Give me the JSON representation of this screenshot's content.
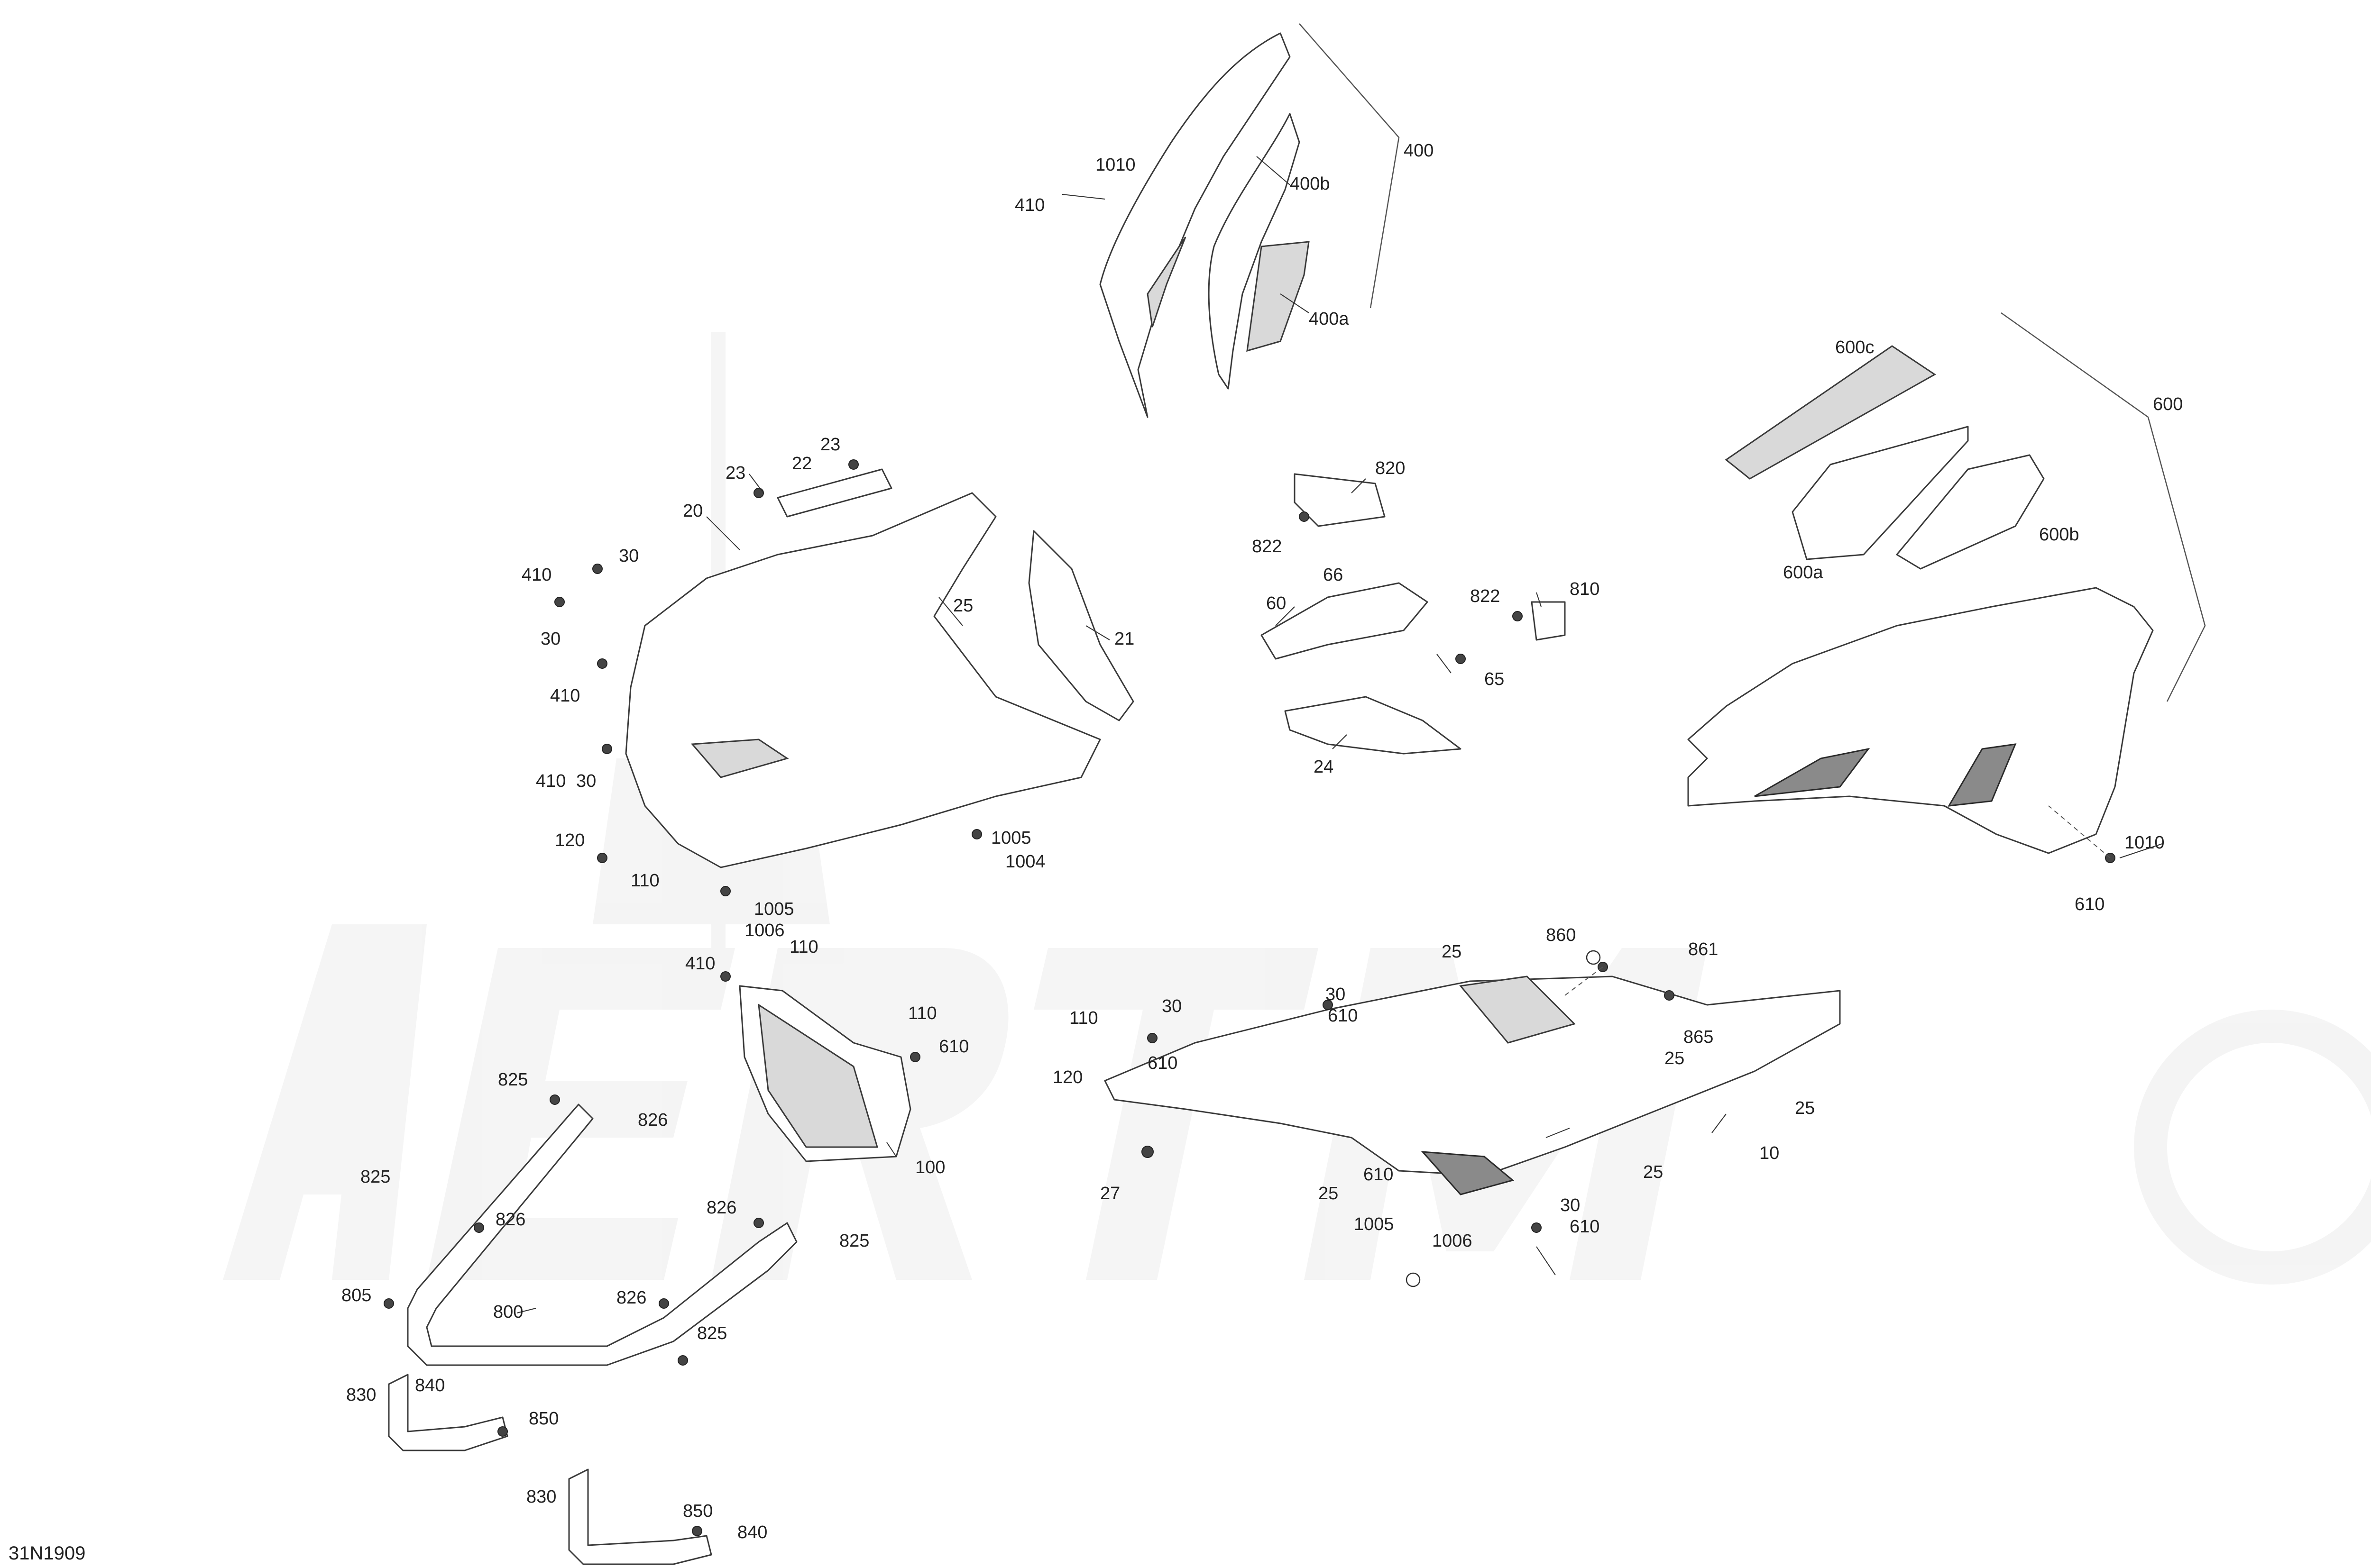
{
  "drawing_number": "31N1909",
  "watermark": {
    "text": "AertMoto",
    "color": "#e6e6e6"
  },
  "callouts": [
    {
      "id": "c400",
      "label": "400"
    },
    {
      "id": "c1010a",
      "label": "1010"
    },
    {
      "id": "c410a",
      "label": "410"
    },
    {
      "id": "c400b",
      "label": "400b"
    },
    {
      "id": "c400a",
      "label": "400a"
    },
    {
      "id": "c600",
      "label": "600"
    },
    {
      "id": "c600c",
      "label": "600c"
    },
    {
      "id": "c600b",
      "label": "600b"
    },
    {
      "id": "c600a",
      "label": "600a"
    },
    {
      "id": "c23a",
      "label": "23"
    },
    {
      "id": "c23b",
      "label": "23"
    },
    {
      "id": "c22",
      "label": "22"
    },
    {
      "id": "c20",
      "label": "20"
    },
    {
      "id": "c410b",
      "label": "410"
    },
    {
      "id": "c30a",
      "label": "30"
    },
    {
      "id": "c30b",
      "label": "30"
    },
    {
      "id": "c410c",
      "label": "410"
    },
    {
      "id": "c410d",
      "label": "410"
    },
    {
      "id": "c30c",
      "label": "30"
    },
    {
      "id": "c25a",
      "label": "25"
    },
    {
      "id": "c21",
      "label": "21"
    },
    {
      "id": "c820",
      "label": "820"
    },
    {
      "id": "c822a",
      "label": "822"
    },
    {
      "id": "c66",
      "label": "66"
    },
    {
      "id": "c60",
      "label": "60"
    },
    {
      "id": "c822b",
      "label": "822"
    },
    {
      "id": "c810",
      "label": "810"
    },
    {
      "id": "c65",
      "label": "65"
    },
    {
      "id": "c24",
      "label": "24"
    },
    {
      "id": "c1005a",
      "label": "1005"
    },
    {
      "id": "c1004",
      "label": "1004"
    },
    {
      "id": "c120a",
      "label": "120"
    },
    {
      "id": "c110a",
      "label": "110"
    },
    {
      "id": "c1005b",
      "label": "1005"
    },
    {
      "id": "c1006a",
      "label": "1006"
    },
    {
      "id": "c1010b",
      "label": "1010"
    },
    {
      "id": "c610a",
      "label": "610"
    },
    {
      "id": "c410e",
      "label": "410"
    },
    {
      "id": "c110b",
      "label": "110"
    },
    {
      "id": "c110c",
      "label": "110"
    },
    {
      "id": "c610b",
      "label": "610"
    },
    {
      "id": "c825a",
      "label": "825"
    },
    {
      "id": "c826a",
      "label": "826"
    },
    {
      "id": "c100",
      "label": "100"
    },
    {
      "id": "c825b",
      "label": "825"
    },
    {
      "id": "c826b",
      "label": "826"
    },
    {
      "id": "c826c",
      "label": "826"
    },
    {
      "id": "c825c",
      "label": "825"
    },
    {
      "id": "c805",
      "label": "805"
    },
    {
      "id": "c800",
      "label": "800"
    },
    {
      "id": "c826d",
      "label": "826"
    },
    {
      "id": "c825d",
      "label": "825"
    },
    {
      "id": "c830a",
      "label": "830"
    },
    {
      "id": "c840a",
      "label": "840"
    },
    {
      "id": "c850a",
      "label": "850"
    },
    {
      "id": "c830b",
      "label": "830"
    },
    {
      "id": "c850b",
      "label": "850"
    },
    {
      "id": "c840b",
      "label": "840"
    },
    {
      "id": "c860",
      "label": "860"
    },
    {
      "id": "c25b",
      "label": "25"
    },
    {
      "id": "c861",
      "label": "861"
    },
    {
      "id": "c30d",
      "label": "30"
    },
    {
      "id": "c110d",
      "label": "110"
    },
    {
      "id": "c30e",
      "label": "30"
    },
    {
      "id": "c610c",
      "label": "610"
    },
    {
      "id": "c120b",
      "label": "120"
    },
    {
      "id": "c610d",
      "label": "610"
    },
    {
      "id": "c865",
      "label": "865"
    },
    {
      "id": "c25c",
      "label": "25"
    },
    {
      "id": "c10",
      "label": "10"
    },
    {
      "id": "c25d",
      "label": "25"
    },
    {
      "id": "c27",
      "label": "27"
    },
    {
      "id": "c25e",
      "label": "25"
    },
    {
      "id": "c610e",
      "label": "610"
    },
    {
      "id": "c25f",
      "label": "25"
    },
    {
      "id": "c1005c",
      "label": "1005"
    },
    {
      "id": "c1006b",
      "label": "1006"
    },
    {
      "id": "c30f",
      "label": "30"
    },
    {
      "id": "c610f",
      "label": "610"
    }
  ]
}
